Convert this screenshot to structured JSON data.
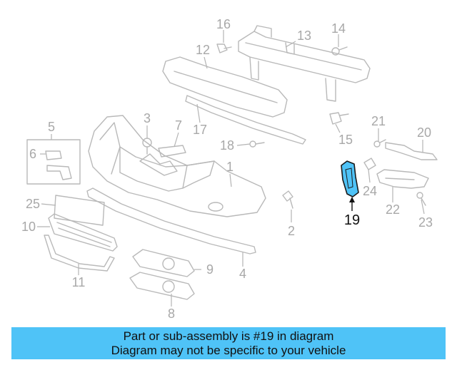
{
  "diagram": {
    "highlighted_part": "19",
    "highlight_color": "#4fc3f7",
    "labels": {
      "l1": "1",
      "l2": "2",
      "l3": "3",
      "l4": "4",
      "l5": "5",
      "l6": "6",
      "l7": "7",
      "l8": "8",
      "l9": "9",
      "l10": "10",
      "l11": "11",
      "l12": "12",
      "l13": "13",
      "l14": "14",
      "l15": "15",
      "l16": "16",
      "l17": "17",
      "l18": "18",
      "l19": "19",
      "l20": "20",
      "l21": "21",
      "l22": "22",
      "l23": "23",
      "l24": "24",
      "l25": "25"
    }
  },
  "banner": {
    "line1": "Part or sub-assembly is #19 in diagram",
    "line2": "Diagram may not be specific to your vehicle",
    "background": "#4fc3f7"
  }
}
